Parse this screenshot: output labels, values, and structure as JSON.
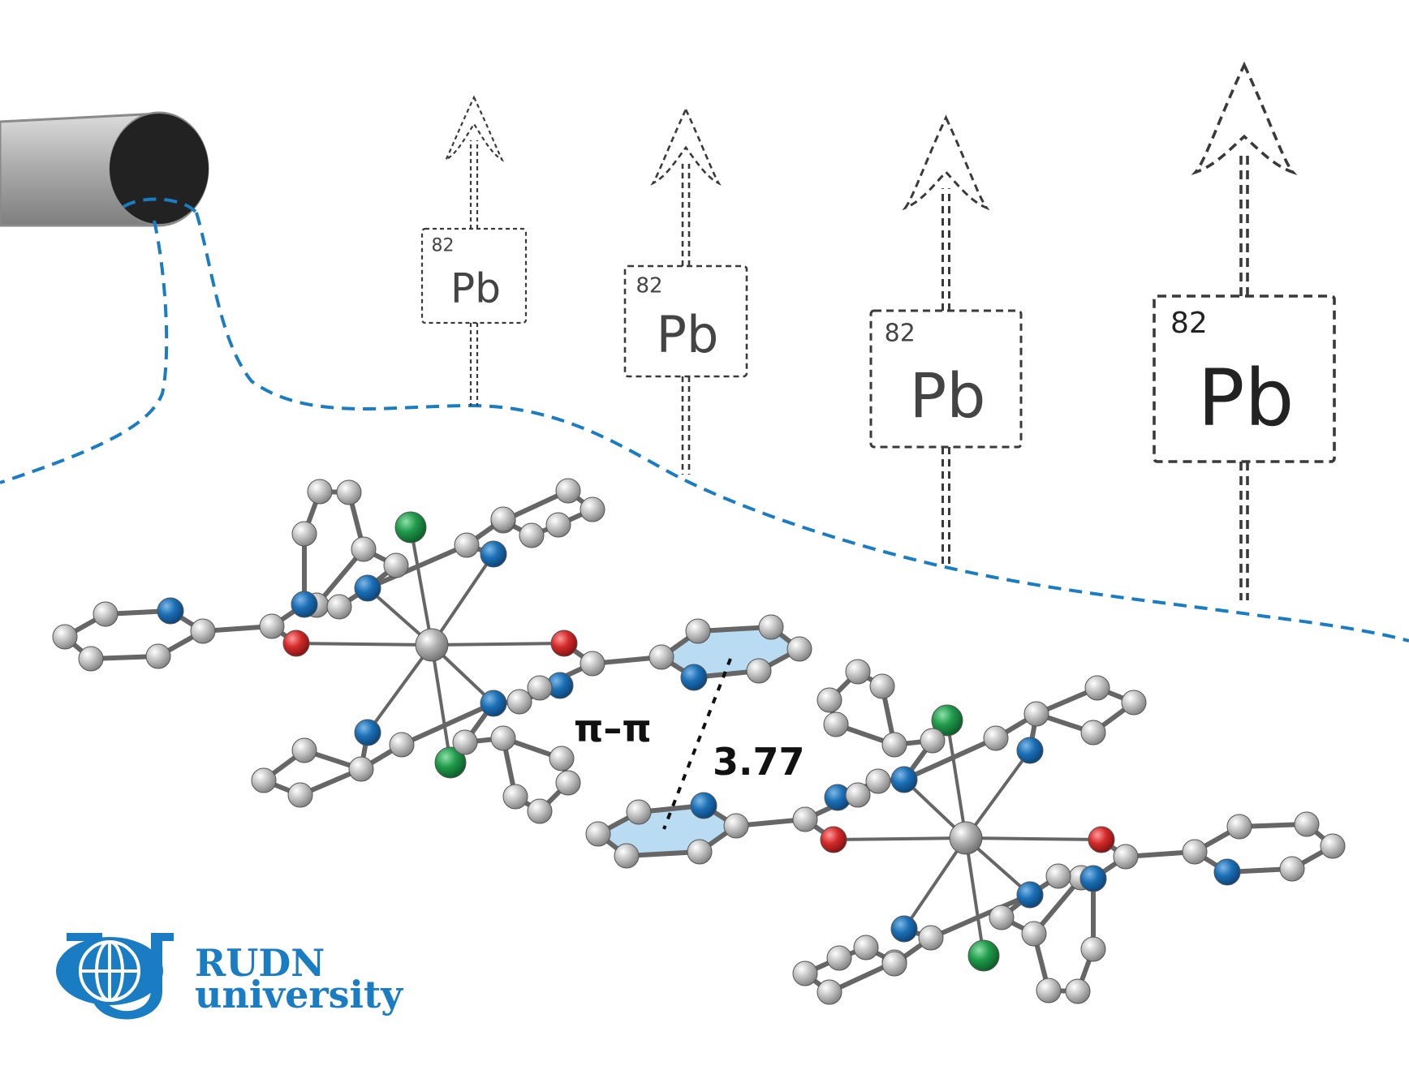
{
  "element_tiles": [
    {
      "number": "82",
      "symbol": "Pb"
    },
    {
      "number": "82",
      "symbol": "Pb"
    },
    {
      "number": "82",
      "symbol": "Pb"
    },
    {
      "number": "82",
      "symbol": "Pb"
    }
  ],
  "interaction": {
    "label": "π–π",
    "distance": "3.77"
  },
  "branding": {
    "line1": "RUDN",
    "line2": "university"
  },
  "colors": {
    "flow_line": "#1a7cc2",
    "tile_stroke": "#3a3a3a",
    "bond": "#666666",
    "carbon": "#b8b8b8",
    "metal": "#a8a8a8",
    "nitrogen": "#1b6fb5",
    "oxygen": "#d42a2a",
    "chlorine": "#1f9a4a",
    "ring_highlight": "#b9dcf2",
    "brand": "#1a7cc2"
  }
}
